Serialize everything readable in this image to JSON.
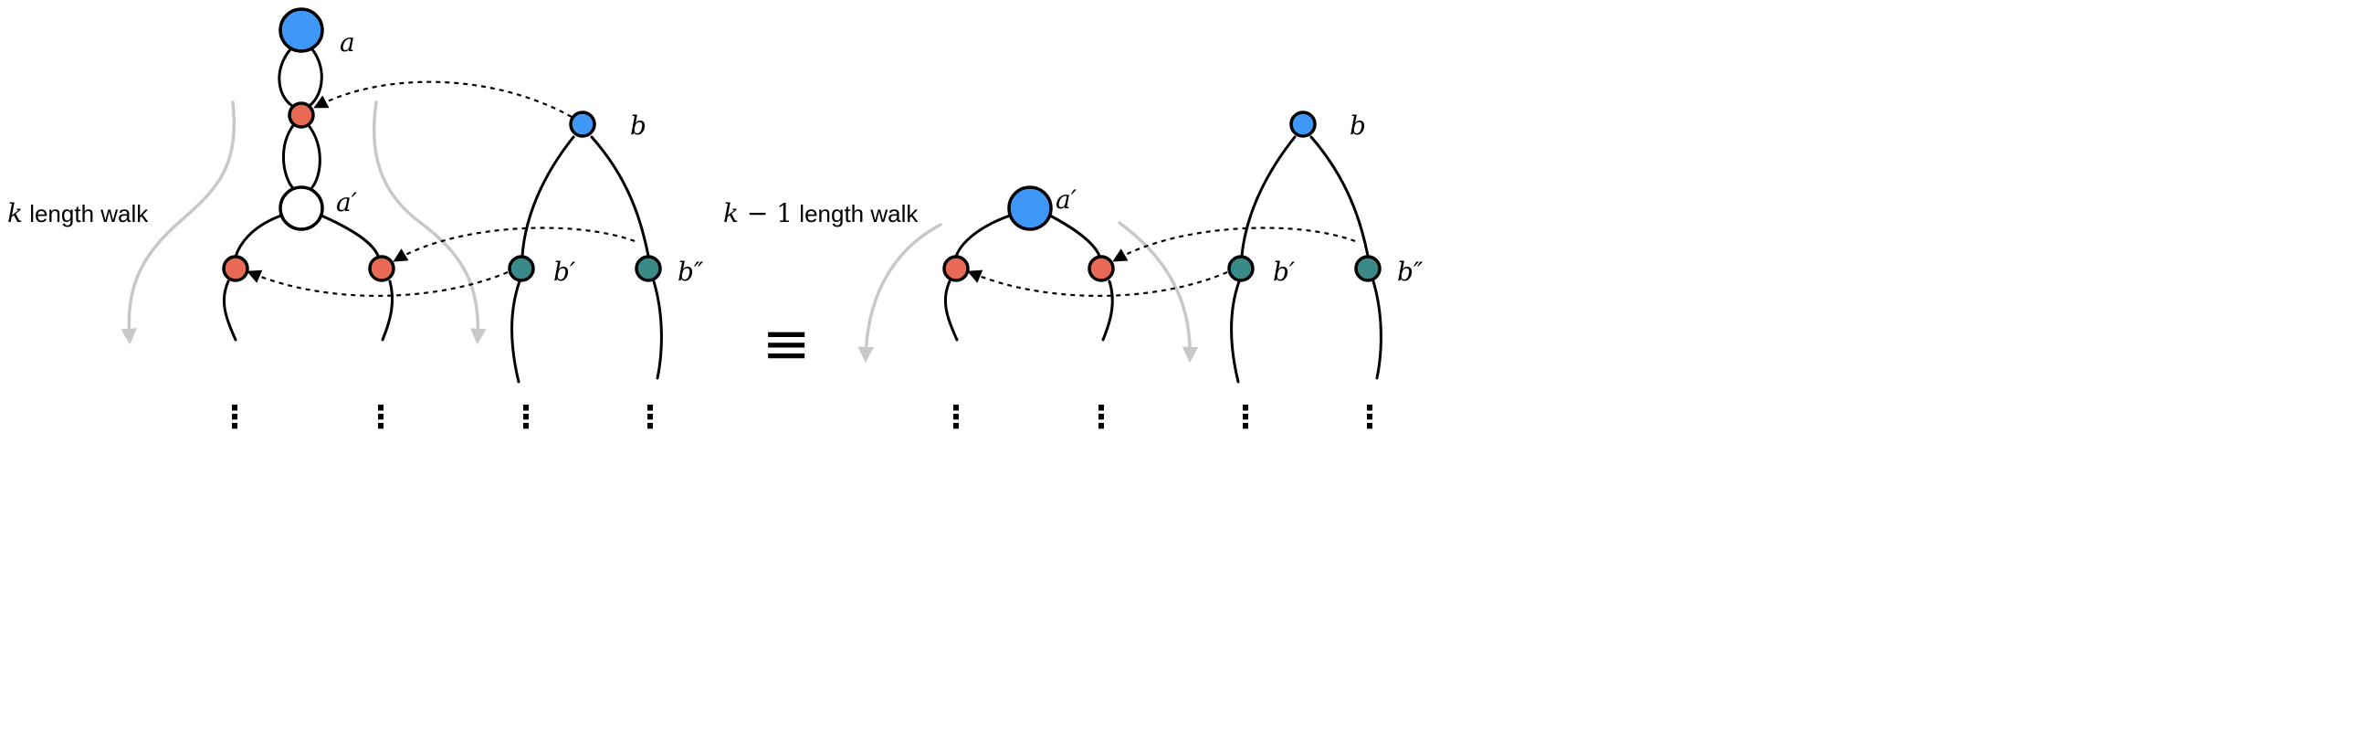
{
  "colors": {
    "blue": "#3f97f7",
    "red": "#e86a55",
    "teal": "#3a8a8a",
    "white": "#ffffff",
    "walk_arrow": "#c8c8c8"
  },
  "left": {
    "caption_var": "k",
    "caption_text": " length walk",
    "labels": {
      "a": "a",
      "a_prime": "a′",
      "b": "b",
      "b_prime": "b′",
      "b_dprime": "b″"
    }
  },
  "equivalence": "≡",
  "right": {
    "caption_var": "k",
    "caption_minus": " − ",
    "caption_one": "1",
    "caption_text": " length walk",
    "labels": {
      "a_prime": "a′",
      "b": "b",
      "b_prime": "b′",
      "b_dprime": "b″"
    }
  },
  "continuation": "⋮"
}
